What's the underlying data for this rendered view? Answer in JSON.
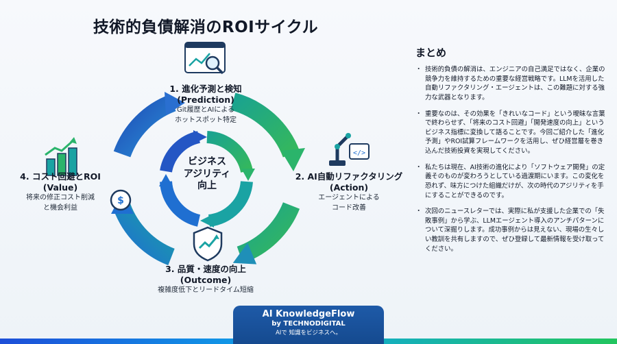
{
  "title": "技術的負債解消のROIサイクル",
  "center": {
    "line1": "ビジネス",
    "line2": "アジリティ",
    "line3": "向上"
  },
  "nodes": [
    {
      "title": "1. 進化予測と検知",
      "subtitle": "(Prediction)",
      "desc1": "Git履歴とAIによる",
      "desc2": "ホットスポット特定",
      "icon": "chart-magnifier-icon"
    },
    {
      "title": "2. AI自動リファクタリング",
      "subtitle": "(Action)",
      "desc1": "エージェントによる",
      "desc2": "コード改善",
      "icon": "robot-arm-code-icon"
    },
    {
      "title": "3. 品質・速度の向上",
      "subtitle": "(Outcome)",
      "desc1": "複雑度低下とリードタイム短縮",
      "desc2": "",
      "icon": "shield-chart-icon"
    },
    {
      "title": "4. コスト回避とROI",
      "subtitle": "(Value)",
      "desc1": "将来の修正コスト削減",
      "desc2": "と機会利益",
      "icon": "coins-growth-icon"
    }
  ],
  "summary": {
    "heading": "まとめ",
    "items": [
      "技術的負債の解消は、エンジニアの自己満足ではなく、企業の競争力を維持するための重要な経営戦略です。LLMを活用した自動リファクタリング・エージェントは、この難題に対する強力な武器となります。",
      "重要なのは、その効果を「きれいなコード」という曖昧な言葉で終わらせず、「将来のコスト回避」「開発速度の向上」というビジネス指標に変換して語ることです。今回ご紹介した「進化予測」やROI試算フレームワークを活用し、ぜひ経営層を巻き込んだ技術投資を実現してください。",
      "私たちは現在、AI技術の進化により「ソフトウェア開発」の定義そのものが変わろうとしている過渡期にいます。この変化を恐れず、味方につけた組織だけが、次の時代のアジリティを手にすることができるのです。",
      "次回のニュースレターでは、実際に私が支援した企業での「失敗事例」から学ぶ、LLMエージェント導入のアンチパターンについて深掘りします。成功事例からは見えない、現場の生々しい教訓を共有しますので、ぜひ登録して最新情報を受け取ってください。"
    ]
  },
  "footer": {
    "brand": "AI KnowledgeFlow",
    "by": "by TECHNODIGITAL",
    "tagline": "AIで 知識をビジネスへ。"
  },
  "colors": {
    "blue": "#1f6fd1",
    "teal": "#1aa3a3",
    "green": "#2bb46b",
    "navy": "#1e5aa8"
  }
}
